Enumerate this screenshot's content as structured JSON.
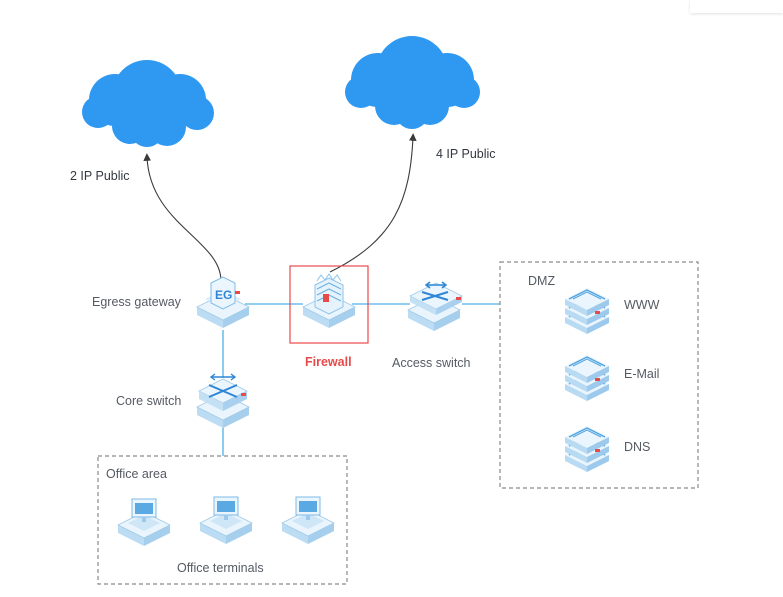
{
  "diagram": {
    "labels": {
      "internet_left": "2 IP Public",
      "internet_right": "4 IP Public",
      "egress_gateway": "Egress gateway",
      "firewall": "Firewall",
      "access_switch": "Access switch",
      "core_switch": "Core switch",
      "dmz": "DMZ",
      "www": "WWW",
      "email": "E-Mail",
      "dns": "DNS",
      "office_area": "Office area",
      "office_terminals": "Office terminals"
    },
    "colors": {
      "cloud": "#2f99f2",
      "link": "#4fb0e8",
      "firewall_highlight": "#e84a4a",
      "device_base": "#d7ebf9",
      "device_accent": "#3a8fd9",
      "zone_border": "#8a8a8a"
    },
    "icons": {
      "clouds": "cloud-icon",
      "egress_gateway": "gateway-device-icon",
      "firewall": "firewall-device-icon",
      "access_switch": "switch-device-icon",
      "core_switch": "core-switch-device-icon",
      "servers": "server-icon",
      "terminals": "desktop-terminal-icon"
    }
  }
}
